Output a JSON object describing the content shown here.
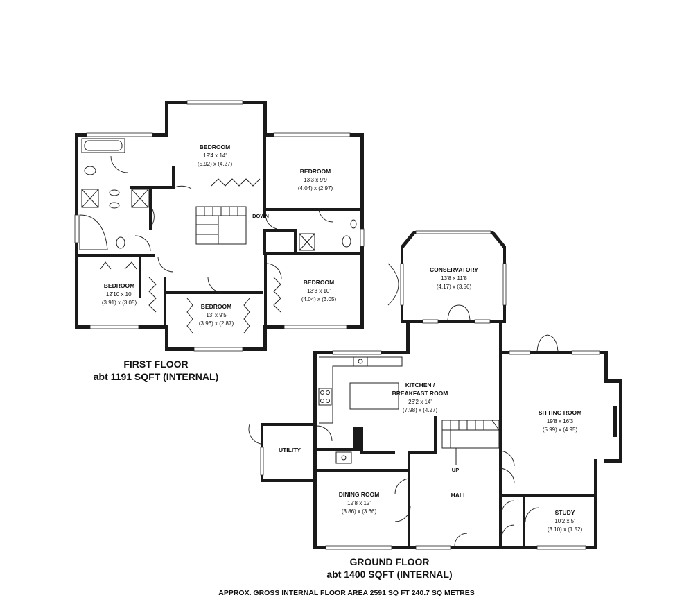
{
  "first_floor": {
    "title": "FIRST FLOOR",
    "area": "abt 1191 SQFT (INTERNAL)",
    "rooms": [
      {
        "name": "BEDROOM",
        "size": "19'4 x 14'",
        "metric": "(5.92) x (4.27)"
      },
      {
        "name": "BEDROOM",
        "size": "13'3 x 9'9",
        "metric": "(4.04) x (2.97)"
      },
      {
        "name": "BEDROOM",
        "size": "12'10 x 10'",
        "metric": "(3.91) x (3.05)"
      },
      {
        "name": "BEDROOM",
        "size": "13' x 9'5",
        "metric": "(3.96) x (2.87)"
      },
      {
        "name": "BEDROOM",
        "size": "13'3 x 10'",
        "metric": "(4.04) x (3.05)"
      }
    ],
    "stairs_label": "DOWN"
  },
  "ground_floor": {
    "title": "GROUND FLOOR",
    "area": "abt 1400 SQFT (INTERNAL)",
    "rooms": [
      {
        "name": "CONSERVATORY",
        "size": "13'8 x 11'8",
        "metric": "(4.17) x (3.56)"
      },
      {
        "name": "KITCHEN /",
        "name2": "BREAKFAST ROOM",
        "size": "26'2 x 14'",
        "metric": "(7.98) x (4.27)"
      },
      {
        "name": "SITTING ROOM",
        "size": "19'8 x 16'3",
        "metric": "(5.99) x (4.95)"
      },
      {
        "name": "UTILITY"
      },
      {
        "name": "DINING ROOM",
        "size": "12'8 x 12'",
        "metric": "(3.86) x (3.66)"
      },
      {
        "name": "HALL"
      },
      {
        "name": "STUDY",
        "size": "10'2 x 5'",
        "metric": "(3.10) x (1.52)"
      }
    ],
    "stairs_label": "UP"
  },
  "footer": "APPROX. GROSS INTERNAL FLOOR AREA 2591 SQ FT 240.7 SQ METRES"
}
